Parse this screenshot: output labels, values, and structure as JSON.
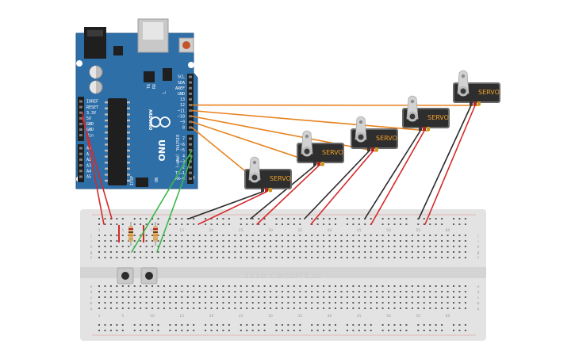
{
  "breadboard": {
    "watermark": "123D.CIRCUITS.IO",
    "column_numbers": [
      "1",
      "5",
      "10",
      "15",
      "20",
      "25",
      "30",
      "35",
      "40",
      "45",
      "50",
      "55",
      "60"
    ],
    "row_letters_top": [
      "j",
      "i",
      "h",
      "g",
      "f"
    ],
    "row_letters_bottom": [
      "e",
      "d",
      "c",
      "b",
      "a"
    ]
  },
  "arduino": {
    "model": "UNO",
    "brand": "ARDUINO",
    "power_pins": [
      "IOREF",
      "RESET",
      "3.3V",
      "5V",
      "GND",
      "GND",
      "Vin"
    ],
    "analog_pins": [
      "A0",
      "A1",
      "A2",
      "A3",
      "A4",
      "A5"
    ],
    "digital_header_top": [
      "SCL",
      "SDA",
      "AREF",
      "GND",
      "13",
      "12",
      "~11",
      "~10",
      "~9",
      "8"
    ],
    "digital_header_bottom": [
      "7",
      "~6",
      "~5",
      "4",
      "~3",
      "2",
      "TX→1",
      "RX←0"
    ],
    "digital_label": "DIGITAL (PWM~)",
    "misc_labels": [
      "TX",
      "RX",
      "L",
      "ON",
      "ICSP"
    ]
  },
  "servos": [
    {
      "label": "SERVO"
    },
    {
      "label": "SERVO"
    },
    {
      "label": "SERVO"
    },
    {
      "label": "SERVO"
    },
    {
      "label": "SERVO"
    }
  ],
  "colors": {
    "signal_wire": "#e8821e",
    "power_wire": "#d62a2a",
    "ground_wire": "#2b2b2b",
    "button_wire": "#3cb84a",
    "arduino_board": "#2f6fa8",
    "servo_body": "#2e2e2e",
    "servo_label": "#f2a12a",
    "breadboard": "#e3e3e3"
  }
}
